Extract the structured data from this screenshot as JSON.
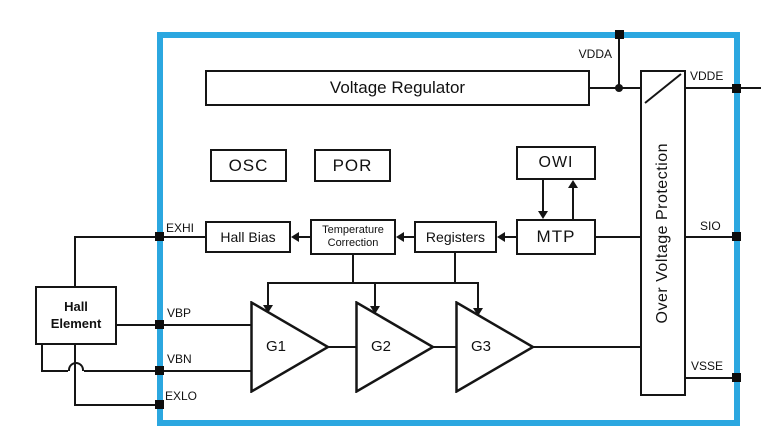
{
  "blocks": {
    "voltage_regulator": "Voltage Regulator",
    "osc": "OSC",
    "por": "POR",
    "owi": "OWI",
    "mtp": "MTP",
    "registers": "Registers",
    "temperature_correction_line1": "Temperature",
    "temperature_correction_line2": "Correction",
    "hall_bias": "Hall Bias",
    "over_voltage_protection": "Over Voltage Protection",
    "hall_element_line1": "Hall",
    "hall_element_line2": "Element",
    "amplifiers": [
      "G1",
      "G2",
      "G3"
    ]
  },
  "pins": {
    "vdda": "VDDA",
    "vdde": "VDDE",
    "sio": "SIO",
    "vsse": "VSSE",
    "exhi": "EXHI",
    "vbp": "VBP",
    "vbn": "VBN",
    "exlo": "EXLO"
  },
  "colors": {
    "chip_border": "#2BA7E0",
    "wire": "#151515",
    "background": "#FFFFFF"
  }
}
